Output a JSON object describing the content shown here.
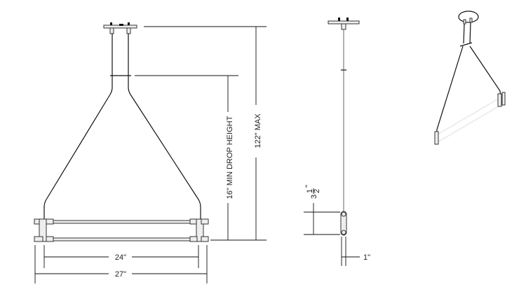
{
  "dimensions": {
    "max_height": "122\" MAX",
    "min_drop": "16\" MIN DROP HEIGHT",
    "inner_width": "24\"",
    "overall_width": "27\"",
    "bar_height_whole": "3",
    "bar_height_frac_num": "1",
    "bar_height_frac_den": "2",
    "bar_height_unit": "\"",
    "bar_depth": "1\""
  }
}
